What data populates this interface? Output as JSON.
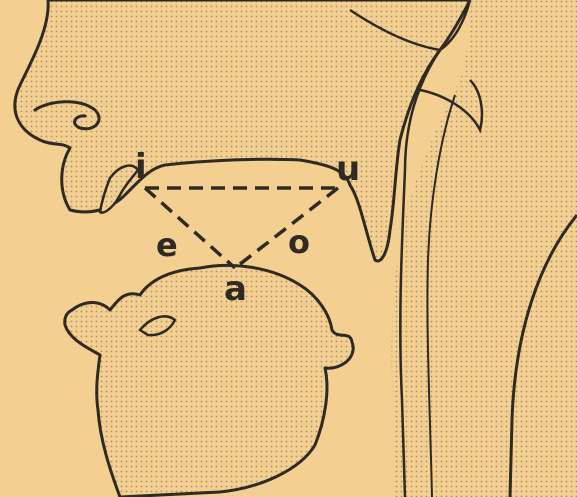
{
  "colors": {
    "paper": "#f4cf92",
    "ink": "#2f2a22",
    "stipple": "#8f7a5c"
  },
  "vowels": {
    "i": "i",
    "u": "u",
    "e": "e",
    "o": "o",
    "a": "a"
  }
}
